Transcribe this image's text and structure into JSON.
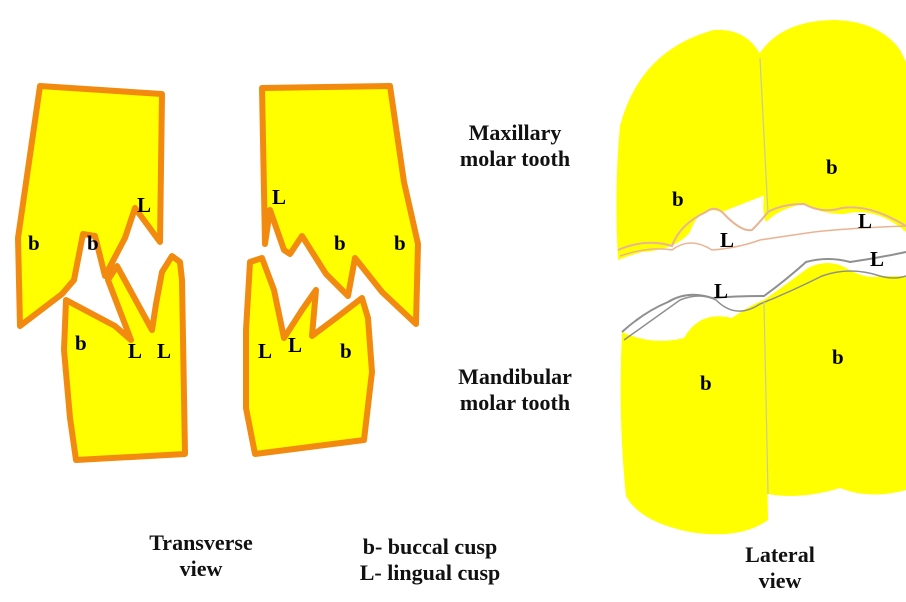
{
  "labels": {
    "maxillary": [
      "Maxillary",
      "molar tooth"
    ],
    "mandibular": [
      "Mandibular",
      "molar tooth"
    ],
    "transverse_view": [
      "Transverse",
      "view"
    ],
    "lateral_view": [
      "Lateral",
      "view"
    ],
    "legend": [
      "b- buccal cusp",
      "L- lingual cusp"
    ]
  },
  "cusp_marks": {
    "buccal": "b",
    "lingual": "L"
  },
  "colors": {
    "tooth_fill": "#ffff00",
    "tooth_outline": "#f28a0f",
    "maxillary_lateral_margin": "#e9b494",
    "mandibular_lateral_margin": "#8f8f8f",
    "text": "#000000"
  }
}
